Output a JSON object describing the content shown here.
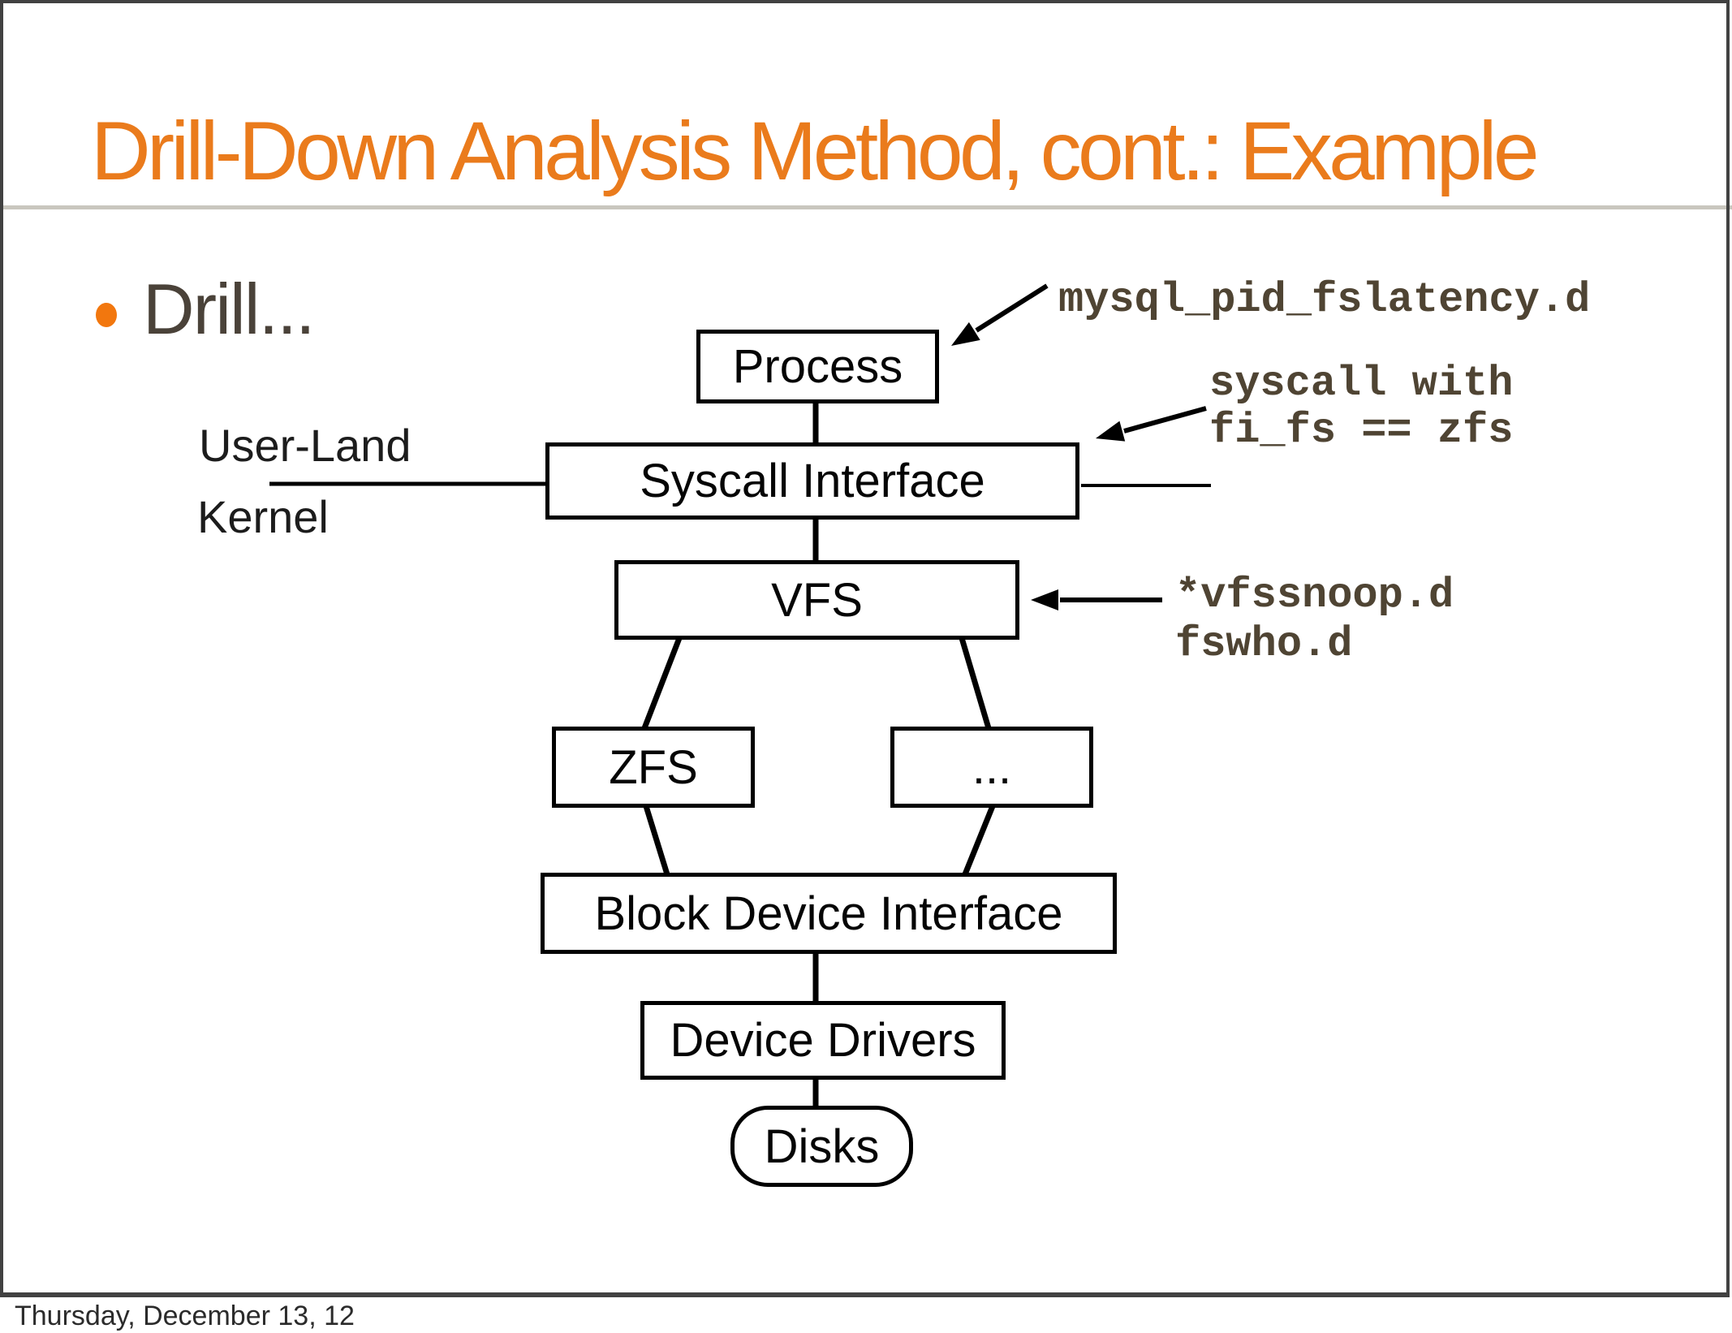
{
  "header": {
    "title": "Drill-Down Analysis Method, cont.: Example"
  },
  "content": {
    "bullet_text": "Drill..."
  },
  "diagram": {
    "side_labels": {
      "userland": "User-Land",
      "kernel": "Kernel"
    },
    "nodes": [
      {
        "id": "process",
        "label": "Process",
        "shape": "rect"
      },
      {
        "id": "syscall-interface",
        "label": "Syscall Interface",
        "shape": "rect"
      },
      {
        "id": "vfs",
        "label": "VFS",
        "shape": "rect"
      },
      {
        "id": "zfs",
        "label": "ZFS",
        "shape": "rect"
      },
      {
        "id": "other-filesystems",
        "label": "...",
        "shape": "rect"
      },
      {
        "id": "block-device-interface",
        "label": "Block Device Interface",
        "shape": "rect"
      },
      {
        "id": "device-drivers",
        "label": "Device Drivers",
        "shape": "rect"
      },
      {
        "id": "disks",
        "label": "Disks",
        "shape": "rounded"
      }
    ],
    "annotations": [
      {
        "id": "process-annotation",
        "target": "process",
        "lines": [
          "mysql_pid_fslatency.d"
        ]
      },
      {
        "id": "syscall-annotation",
        "target": "syscall-interface",
        "lines": [
          "syscall with",
          "fi_fs == zfs"
        ]
      },
      {
        "id": "vfs-annotation",
        "target": "vfs",
        "lines": [
          "*vfssnoop.d",
          "fswho.d"
        ]
      }
    ]
  },
  "footer": {
    "date": "Thursday, December 13, 12"
  },
  "colors": {
    "accent_orange": "#EA7B1C",
    "bullet_orange": "#F2770E",
    "annotation_brown": "#4F4433",
    "divider_gray": "#C9C7BE",
    "frame_gray": "#414141",
    "node_border": "#000000",
    "background": "#FFFFFF"
  }
}
